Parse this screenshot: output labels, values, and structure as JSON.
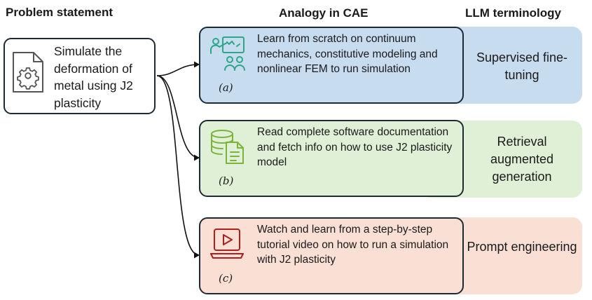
{
  "headers": {
    "problem": "Problem statement",
    "analogy": "Analogy in CAE",
    "llm": "LLM terminology"
  },
  "problem": {
    "text": "Simulate the deformation of metal using J2 plasticity",
    "icon": "gear-document-icon"
  },
  "analogies": [
    {
      "label": "(a)",
      "text": "Learn from scratch on continuum mechanics, constitutive modeling and nonlinear FEM to run simulation",
      "icon": "classroom-teacher-icon",
      "term": "Supervised fine-tuning",
      "color": "#c8dcf0",
      "icon_color": "#2aa889"
    },
    {
      "label": "(b)",
      "text": "Read complete software documentation and fetch info on how to use J2 plasticity model",
      "icon": "database-document-icon",
      "term": "Retrieval augmented generation",
      "color": "#dff0d6",
      "icon_color": "#7ab53a"
    },
    {
      "label": "(c)",
      "text": "Watch and learn from a step-by-step tutorial video on how to run a simulation with J2 plasticity",
      "icon": "video-player-icon",
      "term": "Prompt engineering",
      "color": "#f9dfd4",
      "icon_color": "#b01e1e"
    }
  ]
}
